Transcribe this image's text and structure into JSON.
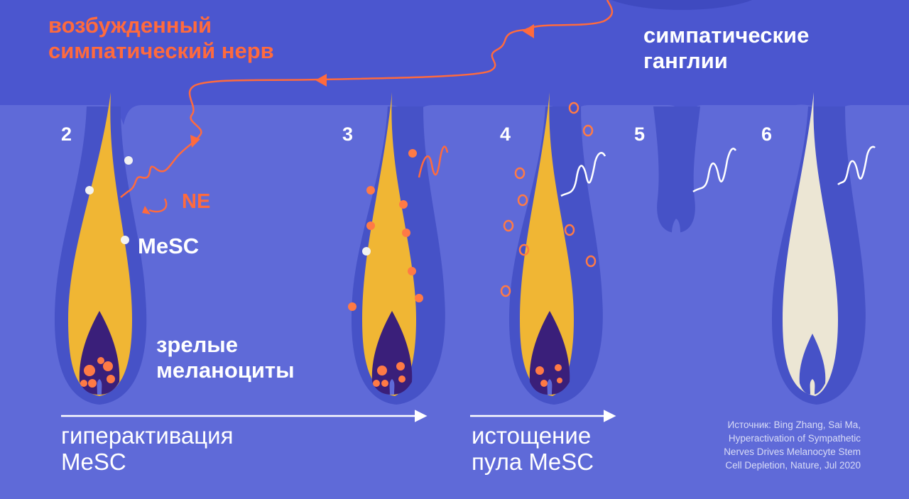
{
  "labels": {
    "nerve_line1": "возбужденный",
    "nerve_line2": "симпатический нерв",
    "ganglia_line1": "симпатические",
    "ganglia_line2": "ганглии",
    "ne": "NE",
    "mesc": "MeSC",
    "mature_line1": "зрелые",
    "mature_line2": "меланоциты"
  },
  "stages": [
    {
      "number": "2"
    },
    {
      "number": "3"
    },
    {
      "number": "4"
    },
    {
      "number": "5"
    },
    {
      "number": "6"
    }
  ],
  "phases": {
    "phase1_line1": "гиперактивация",
    "phase1_line2": "MeSC",
    "phase2_line1": "истощение",
    "phase2_line2": "пула MeSC"
  },
  "source": {
    "line1": "Источник: Bing Zhang, Sai Ma,",
    "line2": "Hyperactivation of Sympathetic",
    "line3": "Nerves Drives Melanocyte Stem",
    "line4": "Cell Depletion, Nature, Jul 2020"
  },
  "colors": {
    "background": "#5f6ad8",
    "dermis_band": "#4b56cf",
    "follicle": "#4652c7",
    "hair_yellow": "#f0b634",
    "hair_grey": "#ece6d4",
    "papilla": "#3a1f7a",
    "nerve": "#ff6a3d",
    "melanocyte": "#ff7a45"
  }
}
